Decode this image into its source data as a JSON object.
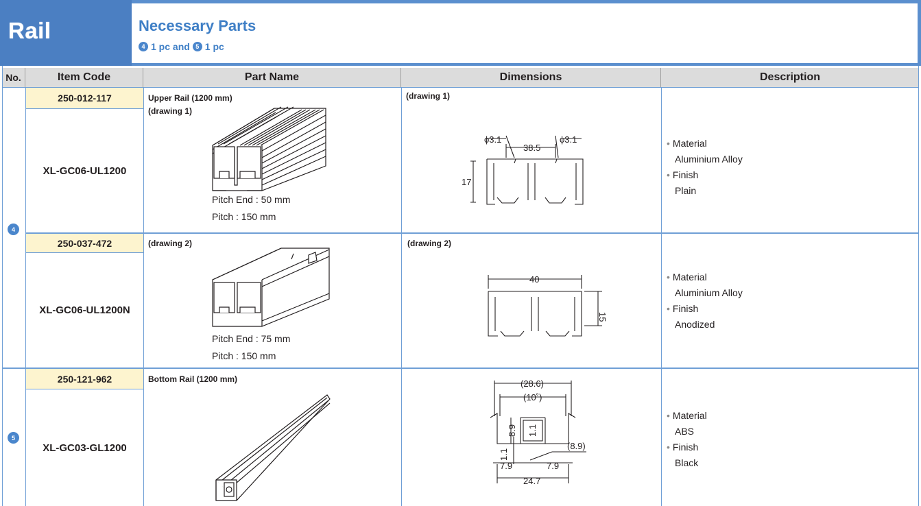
{
  "header": {
    "title": "Rail",
    "necessary_parts_title": "Necessary Parts",
    "necessary_parts": {
      "part_a_num": "4",
      "part_a_qty": "1 pc and",
      "part_b_num": "5",
      "part_b_qty": "1 pc"
    }
  },
  "columns": [
    "No.",
    "Item Code",
    "Part Name",
    "Dimensions",
    "Description"
  ],
  "rows": [
    {
      "code_top": "250-012-117",
      "code_main": "XL-GC06-UL1200",
      "part_name_lines": [
        "Upper Rail (1200 mm)",
        "(drawing 1)"
      ],
      "pitch_end": "Pitch End : 50 mm",
      "pitch": "Pitch : 150 mm",
      "dimension_label": "(drawing 1)",
      "dims": {
        "hole_left": "ϕ3.1",
        "hole_right": "ϕ3.1",
        "width": "38.5",
        "height": "17"
      },
      "description": {
        "b1": "Material",
        "v1": "Aluminium Alloy",
        "b2": "Finish",
        "v2": "Plain"
      }
    },
    {
      "code_top": "250-037-472",
      "code_main": "XL-GC06-UL1200N",
      "part_name_lines": [
        "(drawing 2)"
      ],
      "pitch_end": "Pitch End : 75 mm",
      "pitch": "Pitch : 150 mm",
      "dimension_label": "(drawing 2)",
      "dims": {
        "width": "40",
        "height": "15"
      },
      "description": {
        "b1": "Material",
        "v1": "Aluminium Alloy",
        "b2": "Finish",
        "v2": "Anodized"
      }
    },
    {
      "code_top": "250-121-962",
      "code_main": "XL-GC03-GL1200",
      "part_name_lines": [
        "Bottom Rail (1200 mm)"
      ],
      "dims": {
        "outer": "(28.6)",
        "inner": "(10˚)",
        "h1": "8.9",
        "h2": "1.1",
        "h3": "1.1",
        "slot": "(8.9)",
        "left": "7.9",
        "right": "7.9",
        "bottom": "24.7"
      },
      "description": {
        "b1": "Material",
        "v1": "ABS",
        "b2": "Finish",
        "v2": "Black"
      }
    }
  ],
  "row_numbers": [
    "4",
    "5"
  ],
  "colors": {
    "header_blue": "#5b8fce",
    "rail_blue": "#4b7fc2",
    "title_blue": "#3f7fc6",
    "code_bg": "#fdf4cf",
    "grid": "#6f9fd6"
  }
}
